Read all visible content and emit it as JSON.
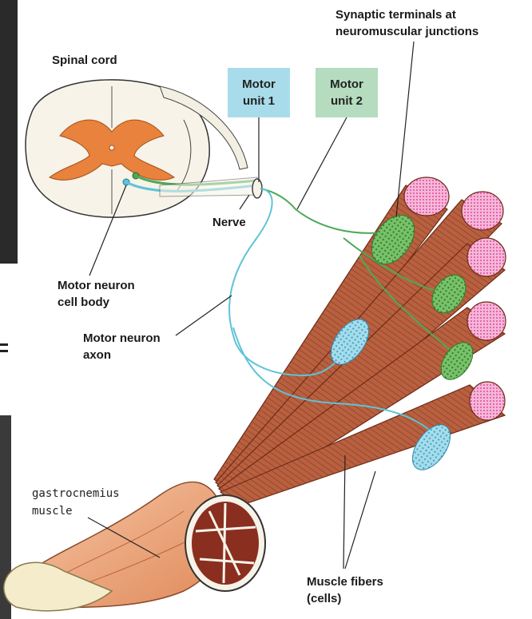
{
  "labels": {
    "spinal_cord": "Spinal cord",
    "nerve": "Nerve",
    "motor_unit_1_line1": "Motor",
    "motor_unit_1_line2": "unit 1",
    "motor_unit_2_line1": "Motor",
    "motor_unit_2_line2": "unit 2",
    "synaptic_line1": "Synaptic terminals at",
    "synaptic_line2": "neuromuscular junctions",
    "cell_body_line1": "Motor neuron",
    "cell_body_line2": "cell body",
    "axon_line1": "Motor neuron",
    "axon_line2": "axon",
    "gastro_line1": "gastrocnemius",
    "gastro_line2": "muscle",
    "fibers_line1": "Muscle fibers",
    "fibers_line2": "(cells)"
  },
  "colors": {
    "motor_unit_1": "#5fc3d8",
    "motor_unit_2": "#4caa57",
    "unit1_box": "#a9dcea",
    "unit2_box": "#b5dcbe",
    "gray_matter": "#e8823c",
    "muscle": "#b0593a",
    "muscle_end": "#f07fb8"
  }
}
